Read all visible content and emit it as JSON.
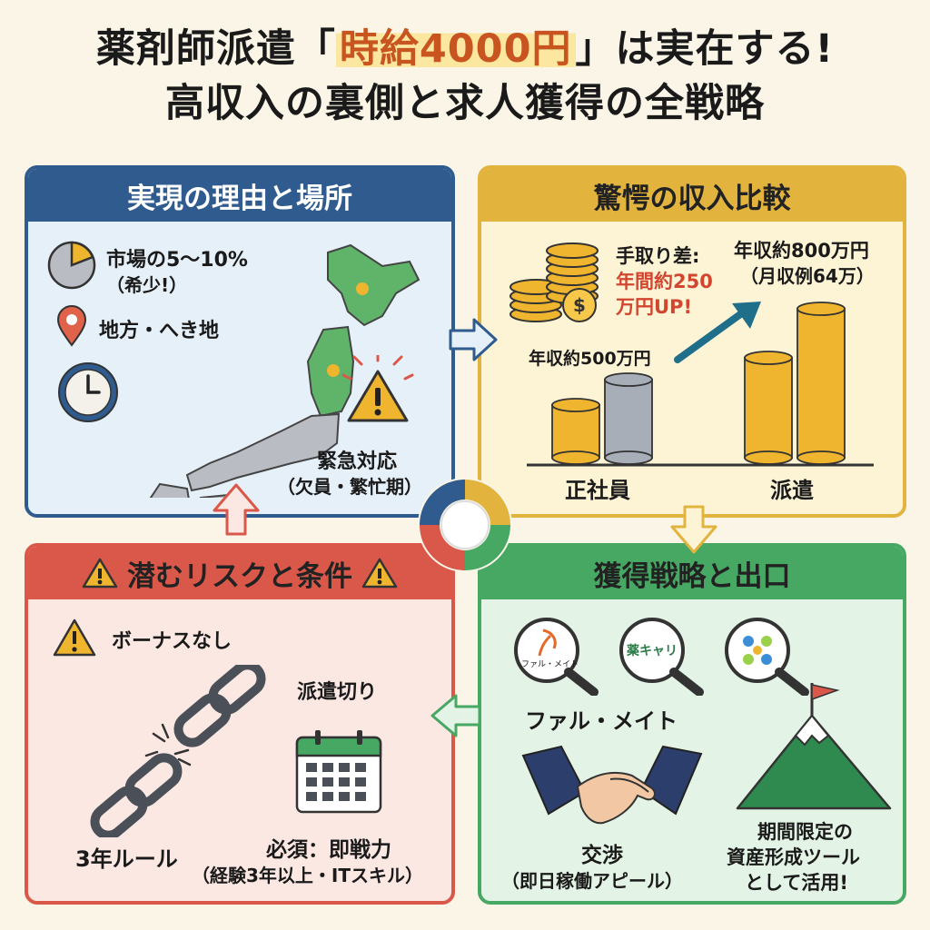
{
  "title": {
    "line1_pre": "薬剤師派遣「",
    "line1_highlight": "時給4000円",
    "line1_post": "」は実在する!",
    "line2": "高収入の裏側と求人獲得の全戦略"
  },
  "panels": {
    "reason": {
      "header": "実現の理由と場所",
      "market_share": "市場の5〜10%",
      "market_note": "（希少!）",
      "location": "地方・へき地",
      "emergency": "緊急対応",
      "emergency_note": "（欠員・繁忙期）"
    },
    "income": {
      "header": "驚愕の収入比較",
      "diff_label": "手取り差:",
      "diff_value_1": "年間約250",
      "diff_value_2": "万円UP!",
      "regular_income": "年収約500万円",
      "dispatch_income": "年収約800万円",
      "dispatch_monthly": "（月収例64万）",
      "regular_label": "正社員",
      "dispatch_label": "派遣"
    },
    "risk": {
      "header": "潜むリスクと条件",
      "no_bonus": "ボーナスなし",
      "cut_off": "派遣切り",
      "three_year_rule": "3年ルール",
      "requirement": "必須：即戦力",
      "requirement_note": "（経験3年以上・ITスキル）"
    },
    "strategy": {
      "header": "獲得戦略と出口",
      "agent1_logo": "ファル・メイト",
      "agent2_logo": "薬キャリ",
      "agent_name": "ファル・メイト",
      "negotiation": "交渉",
      "negotiation_note": "（即日稼働アピール）",
      "exit_1": "期間限定の",
      "exit_2": "資産形成ツール",
      "exit_3": "として活用!"
    }
  },
  "colors": {
    "blue": "#2f5b8e",
    "yellow": "#e2b33d",
    "red": "#d9584a",
    "green": "#47a863",
    "highlight": "#c8541f"
  },
  "icons": [
    "pie-chart-icon",
    "location-pin-icon",
    "clock-icon",
    "warning-icon",
    "japan-map-icon",
    "coin-stack-icon",
    "trend-arrow-icon",
    "broken-chain-icon",
    "calendar-icon",
    "magnifier-icon",
    "handshake-icon",
    "mountain-flag-icon",
    "cycle-ring-icon"
  ]
}
